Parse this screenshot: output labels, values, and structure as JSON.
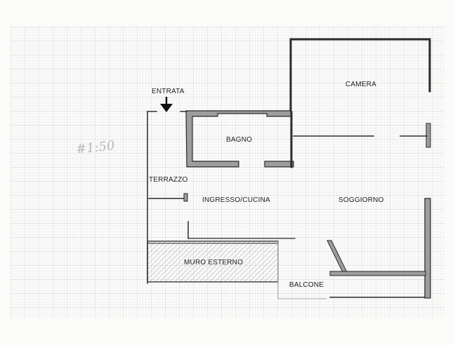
{
  "plan": {
    "scale_note": "1:50",
    "entrance_label": "ENTRATA",
    "rooms": {
      "camera": "CAMERA",
      "bagno": "BAGNO",
      "terrazzo": "TERRAZZO",
      "ingresso_cucina": "INGRESSO/CUCINA",
      "soggiorno": "SOGGIORNO",
      "muro_esterno": "MURO ESTERNO",
      "balcone": "BALCONE"
    }
  },
  "colors": {
    "paper": "#fbfbfa",
    "grid_minor": "#dedede",
    "grid_major": "#c6c6c6",
    "wall_line": "#2a2a2a",
    "wall_fill": "#9d9d9d",
    "hatch": "#8a8a8a"
  },
  "icons": {
    "entrance_arrow": "arrow-down-icon"
  }
}
